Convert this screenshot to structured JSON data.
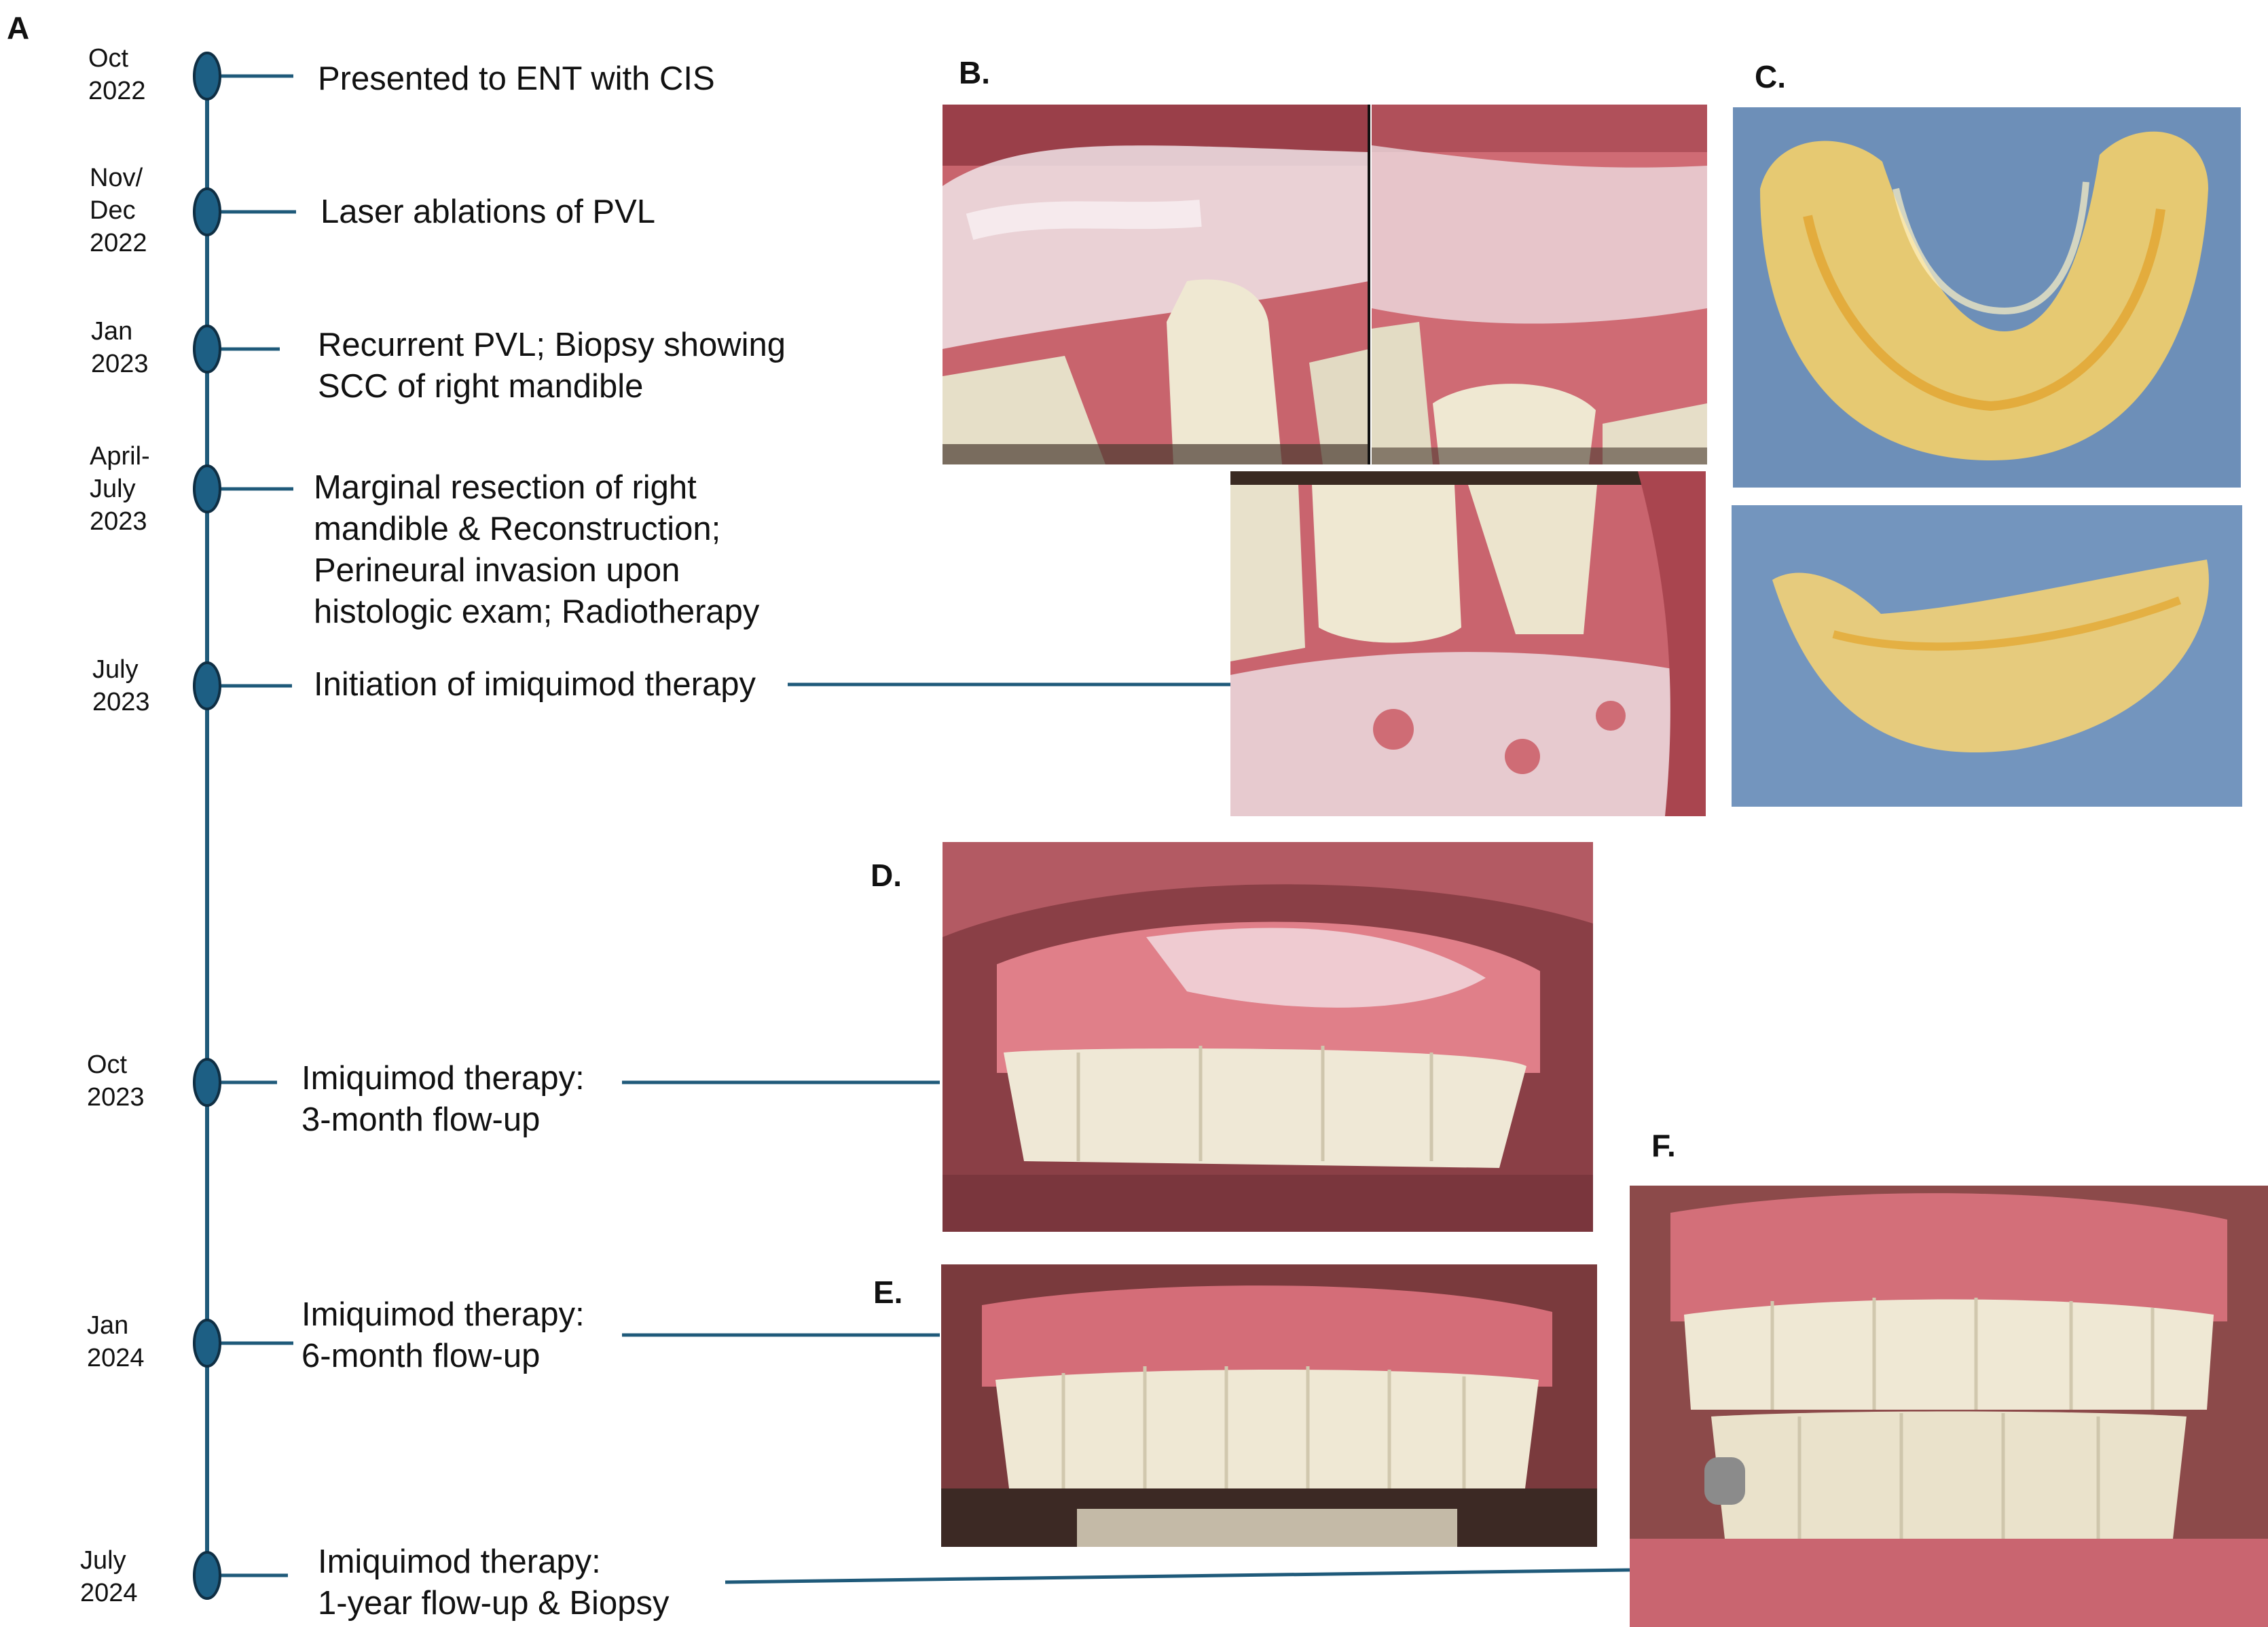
{
  "panel_labels": {
    "a": "A",
    "b": "B.",
    "c": "C.",
    "d": "D.",
    "e": "E.",
    "f": "F."
  },
  "timeline": [
    {
      "date": "Oct\n2022",
      "event": "Presented to ENT with CIS"
    },
    {
      "date": "Nov/\nDec\n2022",
      "event": "Laser ablations of PVL"
    },
    {
      "date": "Jan\n2023",
      "event": "Recurrent PVL; Biopsy showing\nSCC of right mandible"
    },
    {
      "date": "April-\nJuly\n2023",
      "event": "Marginal resection of right\nmandible & Reconstruction;\nPerineural invasion upon\nhistologic exam; Radiotherapy"
    },
    {
      "date": "July\n2023",
      "event": "Initiation of imiquimod therapy"
    },
    {
      "date": "Oct\n2023",
      "event": "Imiquimod therapy:\n3-month flow-up"
    },
    {
      "date": "Jan\n2024",
      "event": "Imiquimod therapy:\n6-month flow-up"
    },
    {
      "date": "July\n2024",
      "event": "Imiquimod therapy:\n1-year flow-up & Biopsy"
    }
  ],
  "colors": {
    "timeline": "#1f5a7a",
    "node": "#1d5f84",
    "gum": "#d9707a",
    "lesion": "#f1e6ea",
    "tooth": "#efe8d2",
    "tray": "#f3cf6a",
    "cloth": "#6d8fb8"
  }
}
